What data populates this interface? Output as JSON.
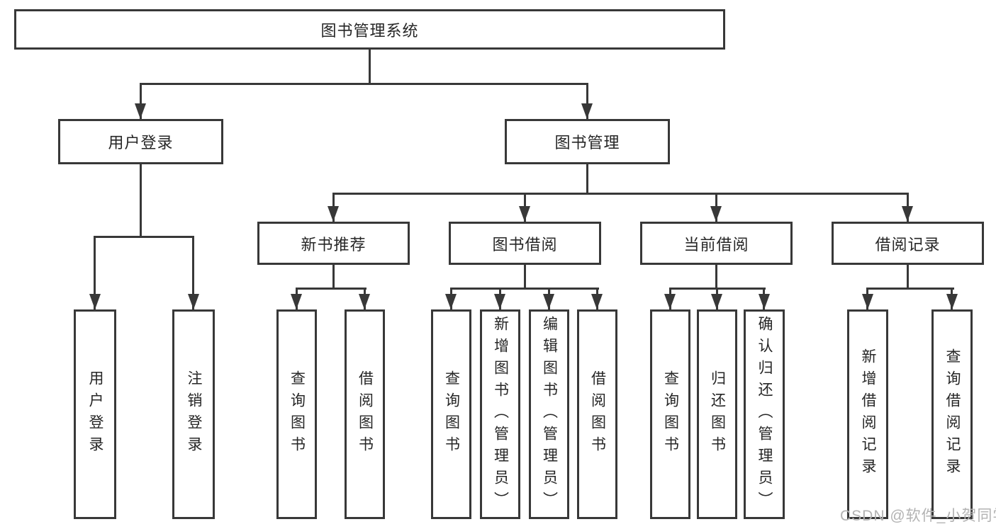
{
  "colors": {
    "line": "#383838",
    "text": "#262626",
    "background": "#ffffff",
    "watermark": "#b3b3b3"
  },
  "tree": {
    "root": {
      "label": "图书管理系统"
    },
    "children": [
      {
        "label": "用户登录",
        "children": [
          {
            "label": "用户登录"
          },
          {
            "label": "注销登录"
          }
        ]
      },
      {
        "label": "图书管理",
        "children": [
          {
            "label": "新书推荐",
            "children": [
              {
                "label": "查询图书"
              },
              {
                "label": "借阅图书"
              }
            ]
          },
          {
            "label": "图书借阅",
            "children": [
              {
                "label": "查询图书"
              },
              {
                "label": "新增图书（管理员）"
              },
              {
                "label": "编辑图书（管理员）"
              },
              {
                "label": "借阅图书"
              }
            ]
          },
          {
            "label": "当前借阅",
            "children": [
              {
                "label": "查询图书"
              },
              {
                "label": "归还图书"
              },
              {
                "label": "确认归还（管理员）"
              }
            ]
          },
          {
            "label": "借阅记录",
            "children": [
              {
                "label": "新增借阅记录"
              },
              {
                "label": "查询借阅记录"
              }
            ]
          }
        ]
      }
    ]
  },
  "watermark": {
    "text": "CSDN @软件_小贺同学"
  }
}
